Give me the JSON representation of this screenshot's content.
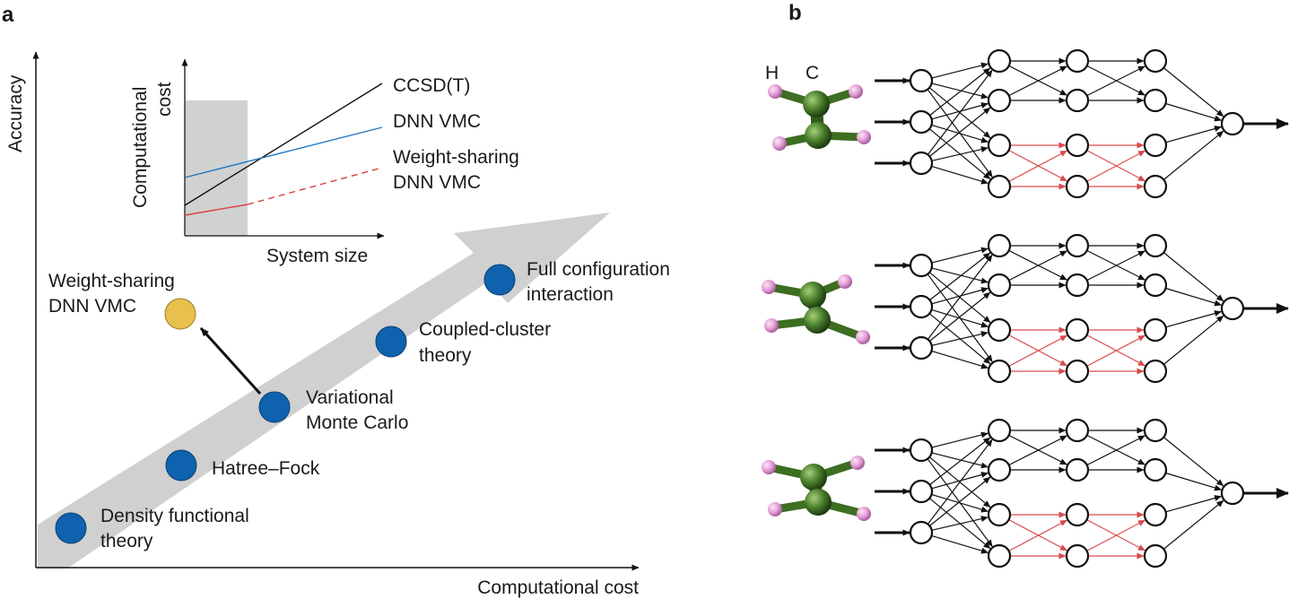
{
  "panels": {
    "a": "a",
    "b": "b"
  },
  "main_axes": {
    "x_label": "Computational cost",
    "y_label": "Accuracy"
  },
  "methods": [
    {
      "line1": "Density functional",
      "line2": "theory"
    },
    {
      "line1": "Hatree–Fock",
      "line2": ""
    },
    {
      "line1": "Variational",
      "line2": "Monte Carlo"
    },
    {
      "line1": "Coupled-cluster",
      "line2": "theory"
    },
    {
      "line1": "Full configuration",
      "line2": "interaction"
    }
  ],
  "highlight": {
    "line1": "Weight-sharing",
    "line2": "DNN VMC"
  },
  "inset": {
    "x_label": "System size",
    "y_label_line1": "Computational",
    "y_label_line2": "cost",
    "series": [
      {
        "line1": "CCSD(T)",
        "line2": "",
        "color": "#111111"
      },
      {
        "line1": "DNN VMC",
        "line2": "",
        "color": "#1f78c1"
      },
      {
        "line1": "Weight-sharing",
        "line2": "DNN VMC",
        "color": "#d94040"
      }
    ]
  },
  "atoms": {
    "hydrogen": "H",
    "carbon": "C"
  },
  "colors": {
    "method_fill": "#0f62ad",
    "highlight_fill": "#e8c04e",
    "arrow_band": "#d0d0d0",
    "shared_weights": "#d94a4a",
    "carbon": "#3d6e22",
    "hydrogen": "#e29cd6"
  },
  "network_count": 3
}
